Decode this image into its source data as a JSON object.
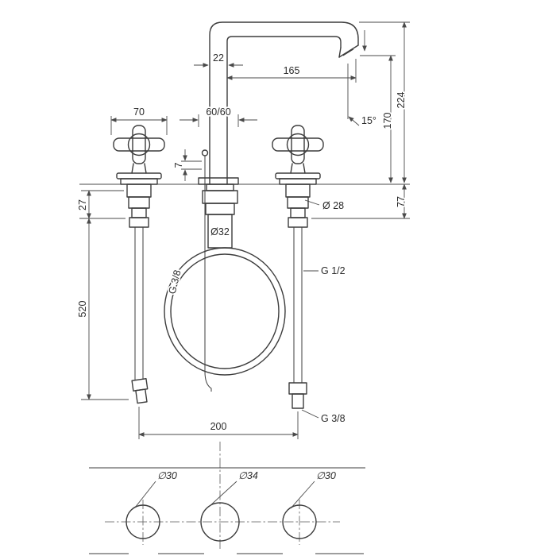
{
  "drawing": {
    "dims": {
      "spout_width": "22",
      "spout_reach": "165",
      "total_height": "224",
      "outlet_height": "170",
      "outlet_angle": "15°",
      "handle_width": "70",
      "spout_base": "60/60",
      "rod_offset": "7",
      "rosette_height": "27",
      "handle_rosette_dia": "Ø 28",
      "shank_dia": "Ø32",
      "mount_depth": "77",
      "hose_length": "520",
      "hole_spacing": "200"
    },
    "threads": {
      "hose_thread": "G 3/8",
      "supply_thread": "G 1/2",
      "bottom_thread": "G 3/8"
    },
    "holes": {
      "left": "∅30",
      "center": "∅34",
      "right": "∅30"
    }
  }
}
